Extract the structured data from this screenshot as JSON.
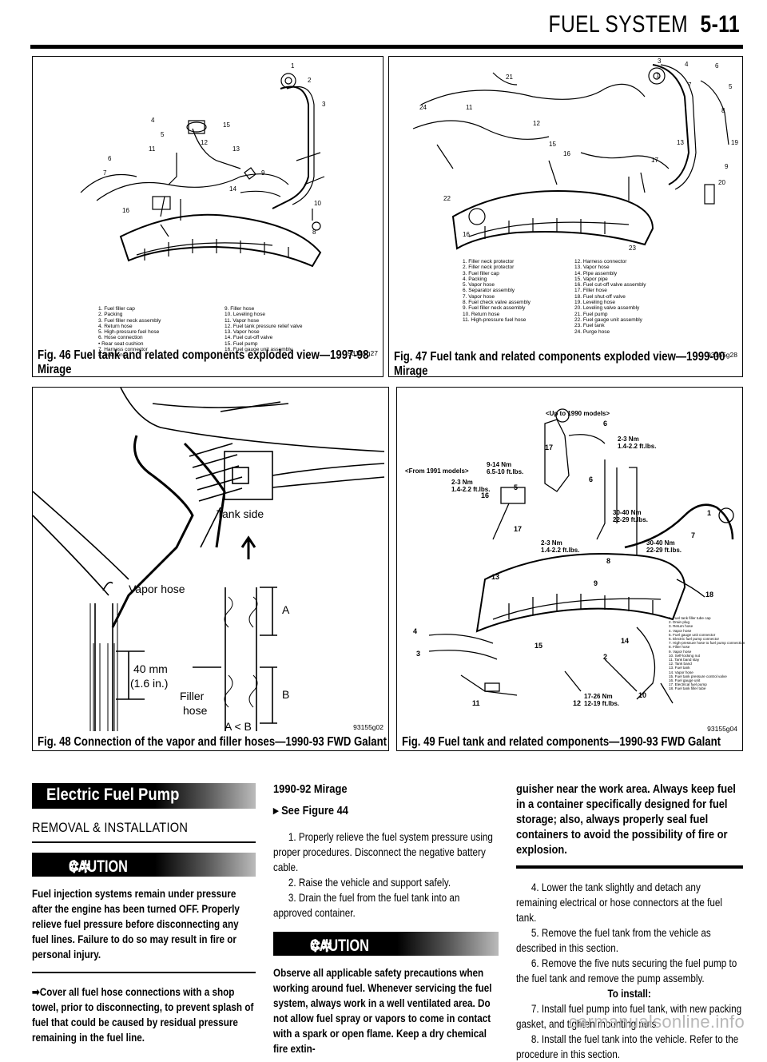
{
  "header": {
    "section": "FUEL SYSTEM",
    "page": "5-11"
  },
  "fig46": {
    "code": "93155g27",
    "caption_line1": "Fig. 46 Fuel tank and related components exploded view—1997-98",
    "caption_line2": "Mirage",
    "legend_left": [
      "1. Fuel filler cap",
      "2. Packing",
      "3. Fuel filler neck assembly",
      "4. Return hose",
      "5. High-pressure fuel hose",
      "6. Hose connection",
      "• Rear seat cushion",
      "7. Harness connector",
      "8. Fuel tank"
    ],
    "legend_right": [
      "9. Filler hose",
      "10. Leveling hose",
      "11. Vapor hose",
      "12. Fuel tank pressure relief valve",
      "13. Vapor hose",
      "14. Fuel cut-off valve",
      "15. Fuel pump",
      "16. Fuel gauge unit assembly"
    ]
  },
  "fig47": {
    "code": "93155g28",
    "caption_line1": "Fig. 47 Fuel tank and related components exploded view—1999-00",
    "caption_line2": "Mirage",
    "legend_left": [
      "1. Filler neck protector",
      "2. Filler neck protector",
      "3. Fuel filler cap",
      "4. Packing",
      "5. Vapor hose",
      "6. Separator assembly",
      "7. Vapor hose",
      "8. Fuel check valve assembly",
      "9. Fuel filler neck assembly",
      "10. Return hose",
      "11. High-pressure fuel hose"
    ],
    "legend_right": [
      "12. Harness connector",
      "13. Vapor hose",
      "14. Pipe assembly",
      "15. Vapor pipe",
      "16. Fuel cut-off valve assembly",
      "17. Filler hose",
      "18. Fuel shut-off valve",
      "19. Leveling hose",
      "20. Leveling valve assembly",
      "21. Fuel pump",
      "22. Fuel gauge unit assembly",
      "23. Fuel tank",
      "24. Purge hose"
    ]
  },
  "fig48": {
    "code": "93155g02",
    "caption": "Fig. 48 Connection of the vapor and filler hoses—1990-93 FWD Galant",
    "labels": {
      "tank_side": "Tank side",
      "vapor_hose": "Vapor hose",
      "dim_mm": "40 mm",
      "dim_in": "(1.6 in.)",
      "filler_hose_1": "Filler",
      "filler_hose_2": "hose",
      "a": "A",
      "b": "B",
      "a_lt_b": "A < B"
    }
  },
  "fig49": {
    "code": "93155g04",
    "caption": "Fig. 49 Fuel tank and related components—1990-93 FWD Galant",
    "labels": {
      "up_to_1990": "<Up to 1990 models>",
      "from_1991": "<From 1991 models>",
      "torque_1": "2-3 Nm",
      "torque_1b": "1.4-2.2 ft.lbs.",
      "torque_2": "9-14 Nm",
      "torque_2b": "6.5-10 ft.lbs.",
      "torque_3": "2-3 Nm",
      "torque_3b": "1.4-2.2 ft.lbs.",
      "torque_4": "30-40 Nm",
      "torque_4b": "22-29 ft.lbs.",
      "torque_5": "30-40 Nm",
      "torque_5b": "22-29 ft.lbs.",
      "torque_6": "2-3 Nm",
      "torque_6b": "1.4-2.2 ft.lbs.",
      "torque_7": "17-26 Nm",
      "torque_7b": "12-19 ft.lbs."
    },
    "legend": [
      "1. Fuel tank filler tube cap",
      "2. Drain plug",
      "3. Return hose",
      "4. Vapor hose",
      "5. Fuel gauge unit connector",
      "6. Electric fuel pump connector",
      "7. High-pressure hose to fuel pump connection",
      "8. Filler hose",
      "9. Vapor hose",
      "10. Self-locking nut",
      "11. Tank band stay",
      "12. Tank band",
      "13. Fuel tank",
      "14. Vapor hose",
      "15. Fuel tank pressure control valve",
      "16. Fuel gauge unit",
      "17. Electrical fuel pump",
      "18. Fuel tank filler tube"
    ]
  },
  "col1": {
    "banner": "Electric Fuel Pump",
    "subhead": "REMOVAL & INSTALLATION",
    "caution_banner": "CAUTION",
    "caution_text": "Fuel injection systems remain under pressure after the engine has been turned OFF. Properly relieve fuel pressure before disconnecting any fuel lines. Failure to do so may result in fire or personal injury.",
    "note_marker": "➡",
    "note_text": "Cover all fuel hose connections with a shop towel, prior to disconnecting, to prevent splash of fuel that could be caused by residual pressure remaining in the fuel line."
  },
  "col2": {
    "heading": "1990-92 Mirage",
    "see_figure": "See Figure 44",
    "step1": "1. Properly relieve the fuel system pressure using proper procedures. Disconnect the negative battery cable.",
    "step2": "2. Raise the vehicle and support safely.",
    "step3": "3. Drain the fuel from the fuel tank into an approved container.",
    "caution_banner": "CAUTION",
    "caution_text": "Observe all applicable safety precautions when working around fuel. Whenever servicing the fuel system, always work in a well ventilated area. Do not allow fuel spray or vapors to come in contact with a spark or open flame. Keep a dry chemical fire extin-"
  },
  "col3": {
    "caution_cont": "guisher near the work area. Always keep fuel in a container specifically designed for fuel storage; also, always properly seal fuel containers to avoid the possibility of fire or explosion.",
    "step4": "4. Lower the tank slightly and detach any remaining electrical or hose connectors at the fuel tank.",
    "step5": "5. Remove the fuel tank from the vehicle as described in this section.",
    "step6": "6. Remove the five nuts securing the fuel pump to the fuel tank and remove the pump assembly.",
    "to_install": "To install:",
    "step7": "7. Install fuel pump into fuel tank, with new packing gasket, and tighten mounting nuts.",
    "step8": "8. Install the fuel tank into the vehicle. Refer to the procedure in this section."
  },
  "watermark": "carmanualsonline.info"
}
